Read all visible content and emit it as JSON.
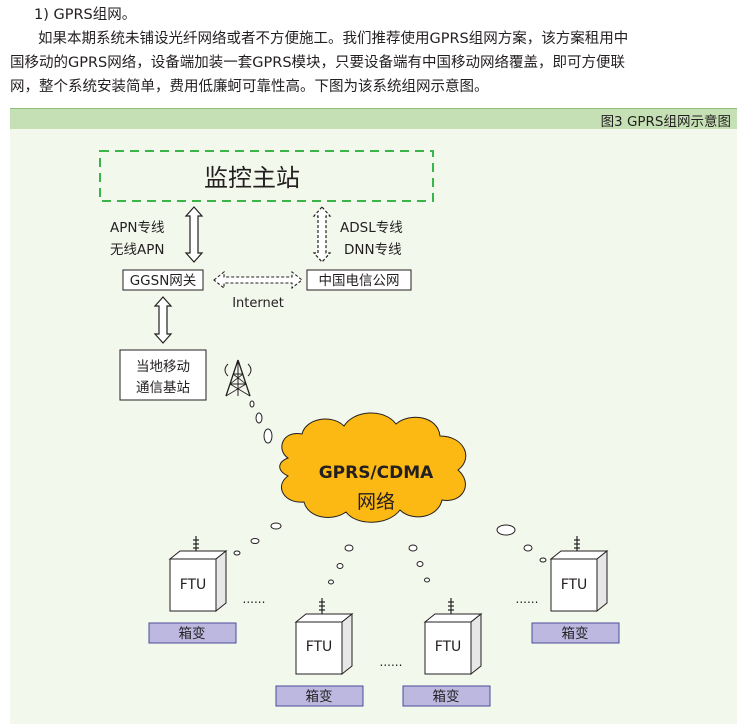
{
  "text": {
    "heading": "1) GPRS组网。",
    "line1": "如果本期系统未铺设光纤网络或者不方便施工。我们推荐使用GPRS组网方案，该方案租用中",
    "line2": "国移动的GPRS网络，设备端加装一套GPRS模块，只要设备端有中国移动网络覆盖，即可方便联",
    "line3": "网，整个系统安装简单，费用低廉蚵可靠性高。下图为该系统组网示意图。"
  },
  "figure": {
    "caption": "图3 GPRS组网示意图",
    "master_station": "监控主站",
    "apn_line": "APN专线",
    "wireless_apn": "无线APN",
    "adsl_line": "ADSL专线",
    "dnn_line": "DNN专线",
    "ggsn": "GGSN网关",
    "telecom": "中国电信公网",
    "internet": "Internet",
    "base_station_line1": "当地移动",
    "base_station_line2": "通信基站",
    "cloud_line1": "GPRS/CDMA",
    "cloud_line2": "网络",
    "ftu": "FTU",
    "box": "箱变",
    "ellipsis": "......"
  },
  "colors": {
    "figure_bar": "#c5e0b4",
    "figure_bg": "#f3f8ec",
    "master_border": "#39b54a",
    "cloud_fill": "#fdb913",
    "box_fill": "#bcb8e0",
    "box_border": "#4b4a9a"
  }
}
